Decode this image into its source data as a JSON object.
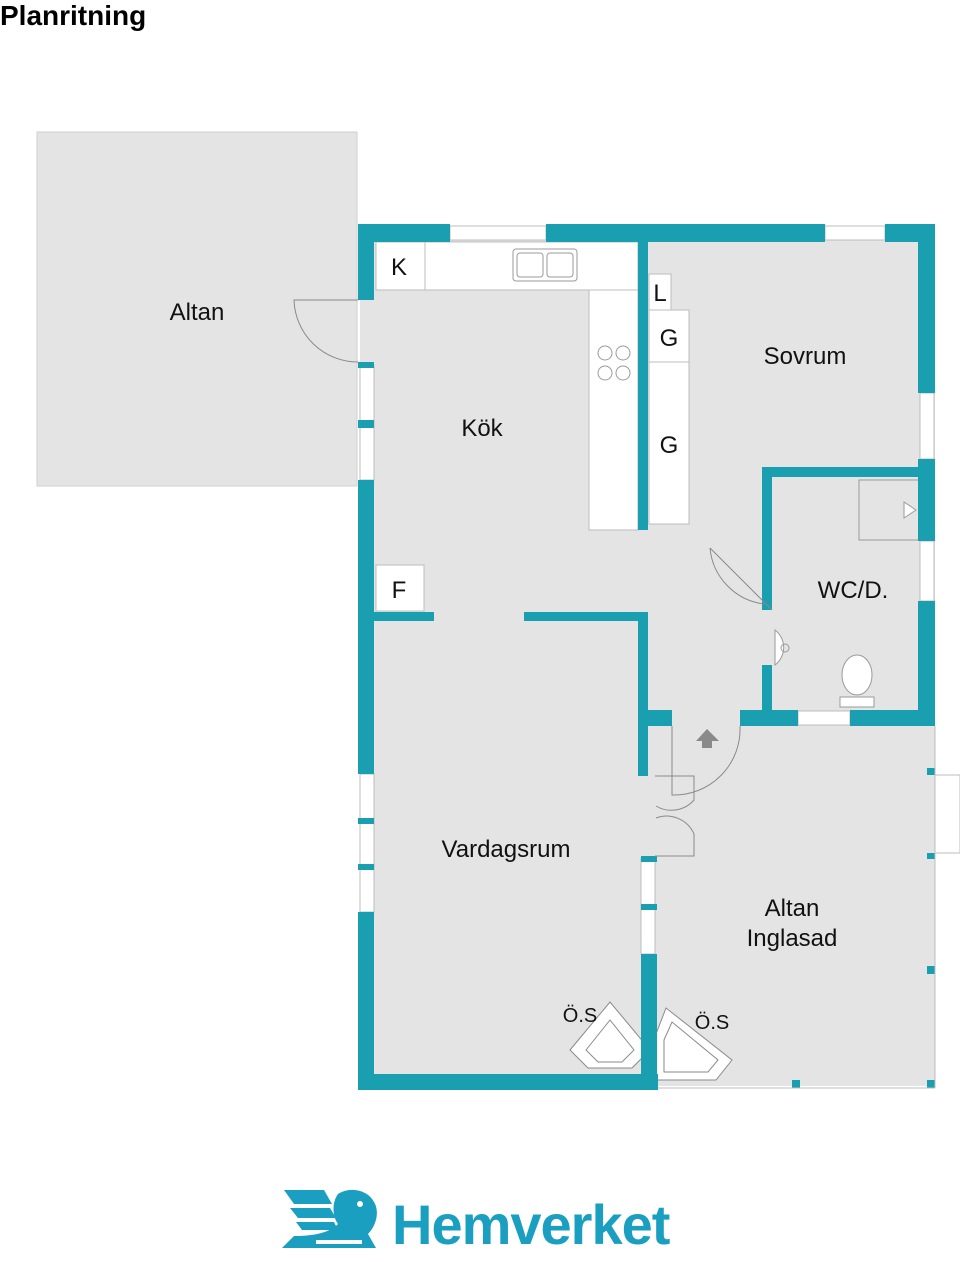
{
  "title": "Planritning",
  "colors": {
    "wall": "#1a9fb0",
    "floor": "#e4e4e4",
    "brand": "#1a9fc0"
  },
  "rooms": {
    "altan": "Altan",
    "kok": "Kök",
    "sovrum": "Sovrum",
    "wc": "WC/D.",
    "vardagsrum": "Vardagsrum",
    "altan_inglasad_1": "Altan",
    "altan_inglasad_2": "Inglasad"
  },
  "markers": {
    "k": "K",
    "l": "L",
    "g1": "G",
    "g2": "G",
    "f": "F",
    "os1": "Ö.S",
    "os2": "Ö.S"
  },
  "logo": {
    "brand_name": "Hemverket",
    "icon": "winged-lion-logo-icon"
  }
}
